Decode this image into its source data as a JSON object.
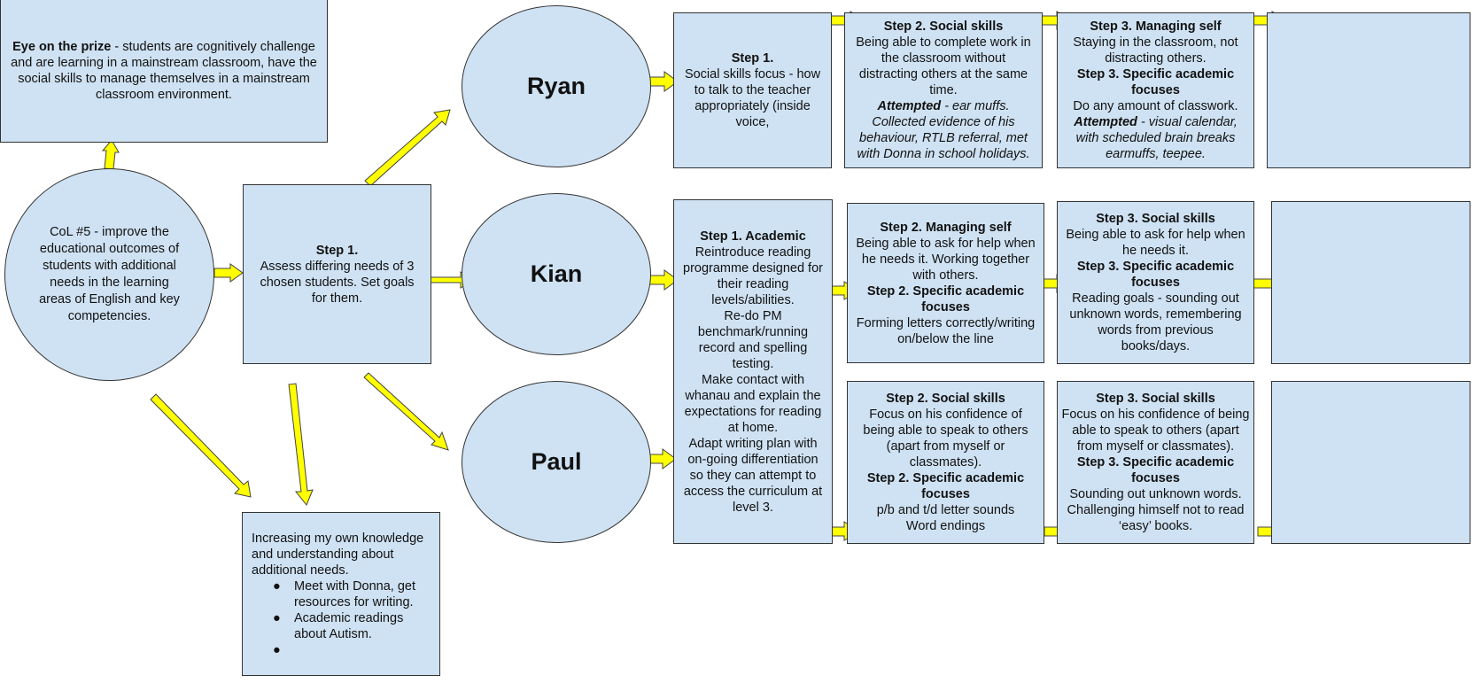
{
  "prize": {
    "bold": "Eye on the prize",
    "text": " - students are cognitively challenge and are learning in a mainstream classroom, have the social skills to manage themselves in a mainstream classroom environment."
  },
  "col": {
    "text": "CoL #5 - improve the educational outcomes of students with additional needs in the learning areas of English and key competencies."
  },
  "step1_main": {
    "title": "Step 1.",
    "text": "Assess differing needs of 3 chosen students. Set goals for them."
  },
  "knowledge": {
    "text": "Increasing my own knowledge and understanding about additional needs.",
    "bullets": [
      "Meet with Donna, get resources for writing.",
      "Academic readings about Autism.",
      ""
    ],
    "bullet_glyph": "●"
  },
  "students": {
    "ryan": "Ryan",
    "kian": "Kian",
    "paul": "Paul"
  },
  "ryan": {
    "s1_title": "Step 1.",
    "s1_text": "Social skills focus - how to talk to the teacher appropriately (inside voice,",
    "s2_title": "Step 2. Social skills",
    "s2_text": "Being able to complete work in the classroom without distracting others at the same time.",
    "s2_att": "Attempted",
    "s2_att_text": " - ear muffs. Collected evidence of his behaviour, RTLB referral, met with Donna in school holidays.",
    "s3_title1": "Step 3. Managing self",
    "s3_text1": "Staying in the classroom, not distracting others.",
    "s3_title2": "Step 3. Specific academic focuses",
    "s3_text2": "Do any amount of classwork.",
    "s3_att": "Attempted",
    "s3_att_text": " - visual calendar, with scheduled brain breaks earmuffs, teepee."
  },
  "academic": {
    "title": "Step 1. Academic",
    "p1": "Reintroduce reading programme designed for their reading levels/abilities.",
    "p2": "Re-do PM benchmark/running record and spelling testing.",
    "p3": "Make contact with whanau and explain the expectations for reading at home.",
    "p4": "Adapt writing plan with on-going differentiation so they can attempt to access the curriculum at level 3."
  },
  "kian": {
    "s2_title1": "Step 2. Managing self",
    "s2_text1": "Being able to ask for help when he needs it. Working together with others.",
    "s2_title2": "Step 2. Specific academic focuses",
    "s2_text2": "Forming letters correctly/writing on/below the line",
    "s3_title1": "Step 3. Social skills",
    "s3_text1": "Being able to ask for help when he needs it.",
    "s3_title2": "Step 3. Specific academic focuses",
    "s3_text2": "Reading goals - sounding out unknown words, remembering words from previous books/days."
  },
  "paul": {
    "s2_title1": "Step 2. Social skills",
    "s2_text1": "Focus on his confidence of being able to speak to others (apart from myself or classmates).",
    "s2_title2": "Step 2. Specific academic focuses",
    "s2_text2a": "p/b and t/d letter sounds",
    "s2_text2b": "Word endings",
    "s3_title1": "Step 3. Social skills",
    "s3_text1": "Focus on his confidence of being able to speak to others (apart from myself or classmates).",
    "s3_title2": "Step 3. Specific academic focuses",
    "s3_text2": "Sounding out unknown words. Challenging himself not to read ‘easy’ books."
  },
  "colors": {
    "box_fill": "#cfe2f3",
    "arrow_fill": "#ffff00",
    "stroke": "#333333"
  }
}
